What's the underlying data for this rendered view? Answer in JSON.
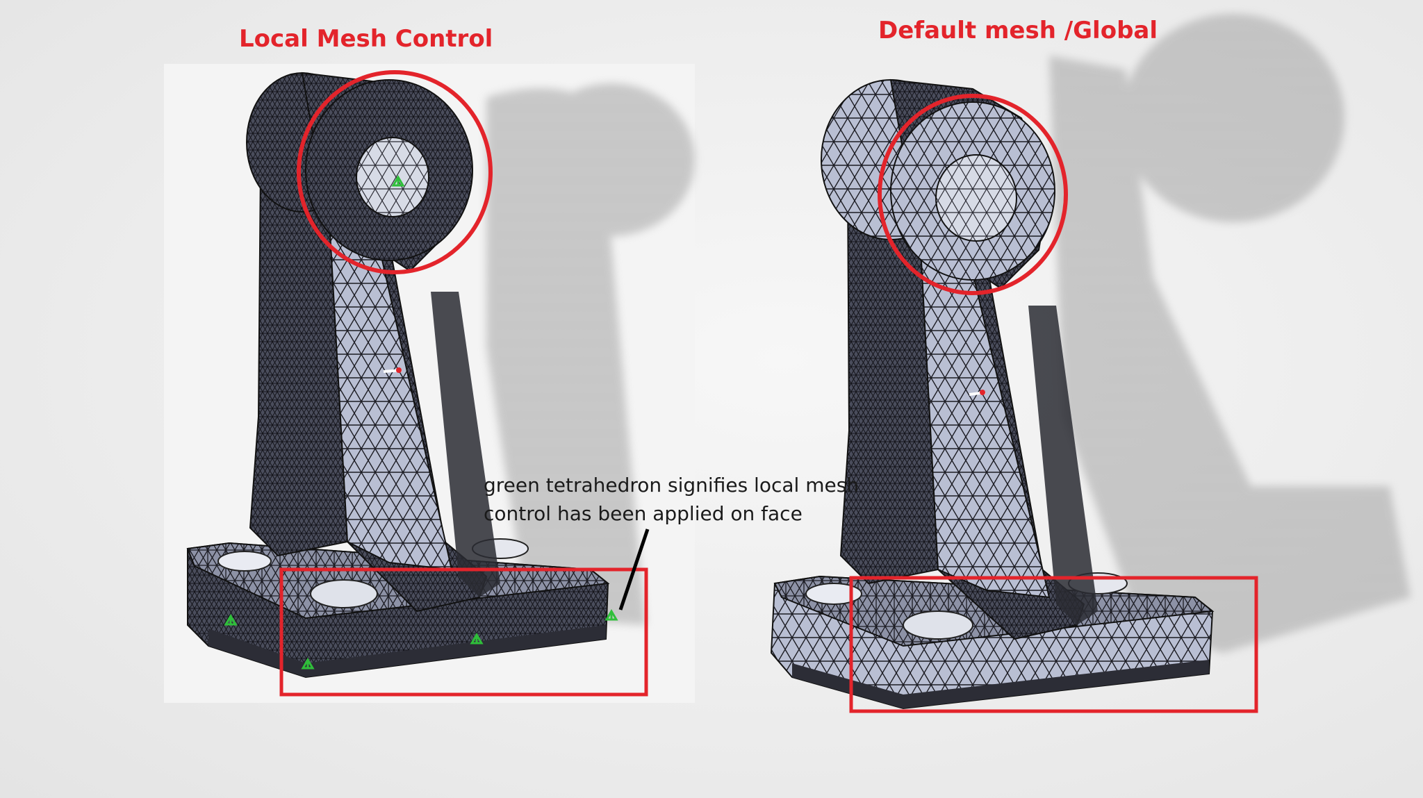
{
  "titles": {
    "local": "Local Mesh Control",
    "global": "Default mesh /Global"
  },
  "annotation": {
    "line1": "green tetrahedron signifies local mesh",
    "line2": "control has been applied on face"
  },
  "colors": {
    "highlight": "#e3242b",
    "local_mesh_marker": "#2fbf3a",
    "mesh_surface": "#b9bfd3",
    "mesh_lines": "#1b1b22"
  }
}
